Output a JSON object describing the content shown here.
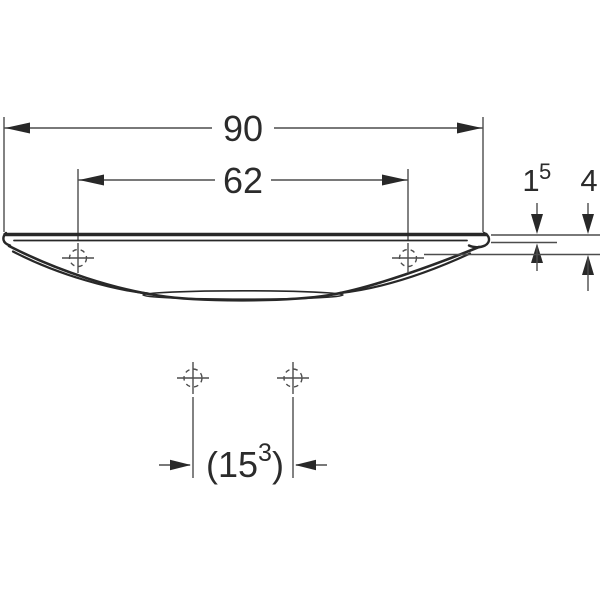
{
  "drawing": {
    "type": "technical-drawing",
    "subject": "washbasin-cross-section-with-dimensions",
    "colors": {
      "background": "#ffffff",
      "object_line": "#282828",
      "dimension_line": "#4d4d4d",
      "text": "#2b2b2b"
    },
    "dimensions": {
      "overall_width": "90",
      "tap_hole_spacing": "62",
      "plate_thickness_base": "1",
      "plate_thickness_sup": "5",
      "edge_height": "4",
      "drain_spacing_open": "(15",
      "drain_spacing_sup": "3",
      "drain_spacing_close": ")"
    }
  }
}
